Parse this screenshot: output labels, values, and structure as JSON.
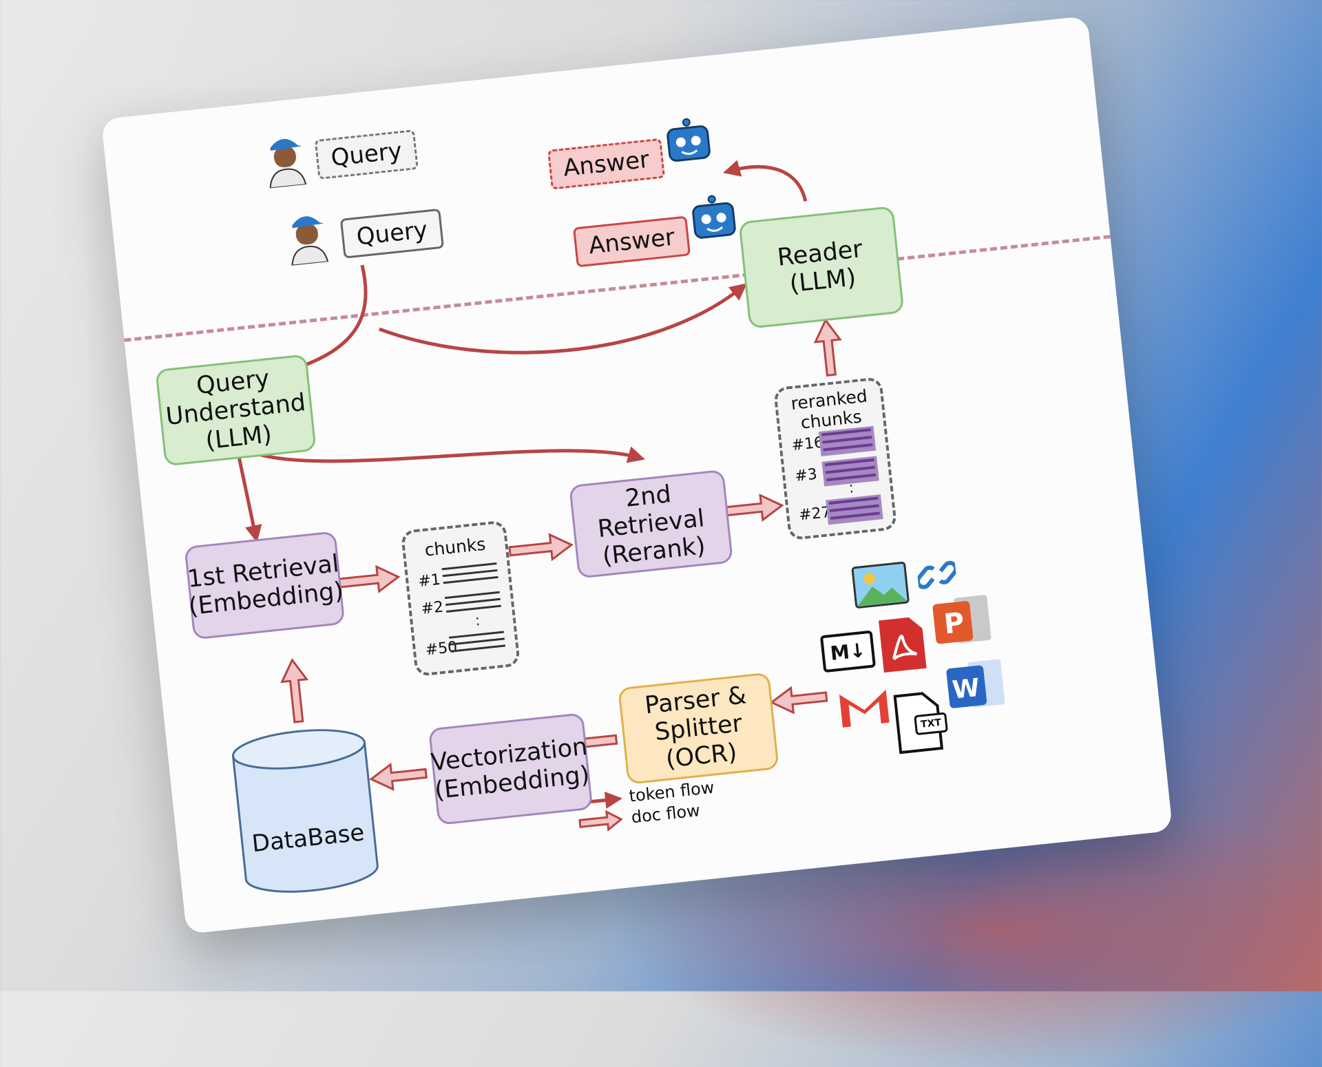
{
  "top": {
    "query_label": "Query",
    "answer_label": "Answer"
  },
  "middle": {
    "query_label": "Query",
    "answer_label": "Answer"
  },
  "nodes": {
    "query_understand": "Query\nUnderstand\n(LLM)",
    "reader": "Reader\n(LLM)",
    "first_retrieval": "1st Retrieval\n(Embedding)",
    "second_retrieval": "2nd Retrieval\n(Rerank)",
    "vectorization": "Vectorization\n(Embedding)",
    "parser": "Parser &\nSplitter\n(OCR)",
    "database": "DataBase"
  },
  "chunks": {
    "title": "chunks",
    "rows": [
      "#1",
      "#2",
      "#50"
    ],
    "dots": ":"
  },
  "reranked": {
    "title": "reranked\nchunks",
    "rows": [
      "#16",
      "#3",
      "#27"
    ],
    "dots": ":"
  },
  "legend": {
    "token_flow": "token flow",
    "doc_flow": "doc flow"
  },
  "file_icons": {
    "markdown": "M↓",
    "txt": "TXT"
  },
  "colors": {
    "token_arrow": "#b94444",
    "doc_arrow_fill": "#f2c6c6",
    "green": "#d8eccf",
    "purple": "#e3d4ea",
    "orange": "#fde7c0",
    "database": "#d6e6f8"
  }
}
